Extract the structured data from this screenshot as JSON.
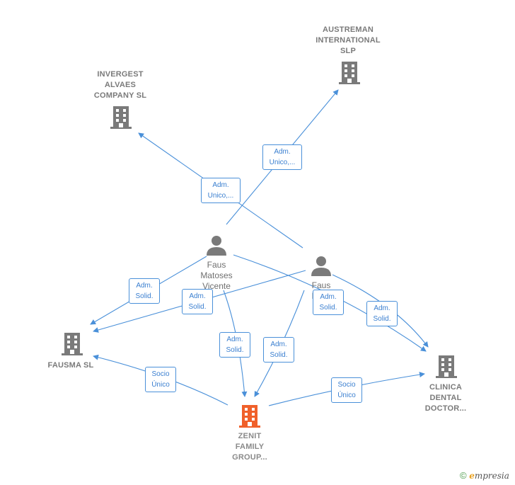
{
  "colors": {
    "edge": "#4a90d9",
    "company_icon": "#7a7a7a",
    "main_company_icon": "#f0602a",
    "person_icon": "#7a7a7a"
  },
  "nodes": {
    "austreman": {
      "label": "AUSTREMAN\nINTERNATIONAL\nSLP",
      "icon": "building-icon"
    },
    "invergest": {
      "label": "INVERGEST\nALVAES\nCOMPANY  SL",
      "icon": "building-icon"
    },
    "fausma": {
      "label": "FAUSMA SL",
      "icon": "building-icon"
    },
    "zenit": {
      "label": "ZENIT\nFAMILY\nGROUP...",
      "icon": "building-icon"
    },
    "clinica": {
      "label": "CLINICA\nDENTAL\nDOCTOR...",
      "icon": "building-icon"
    },
    "vicente": {
      "label": "Faus\nMatoses\nVicente",
      "icon": "person-icon"
    },
    "ignacio": {
      "label": "Faus\nMa...\nIg...",
      "icon": "person-icon"
    }
  },
  "edge_labels": {
    "adm_unico_austreman": "Adm.\nUnico,...",
    "adm_unico_invergest": "Adm.\nUnico,...",
    "adm_solid_1": "Adm.\nSolid.",
    "adm_solid_2": "Adm.\nSolid.",
    "adm_solid_3": "Adm.\nSolid.",
    "adm_solid_4": "Adm.\nSolid.",
    "adm_solid_5": "Adm.\nSolid.",
    "adm_solid_6": "Adm.\nSolid.",
    "socio_unico_fausma": "Socio\nÚnico",
    "socio_unico_clinica": "Socio\nÚnico"
  },
  "footer": {
    "copyright": "©",
    "brand_initial": "e",
    "brand_rest": "mpresia"
  }
}
